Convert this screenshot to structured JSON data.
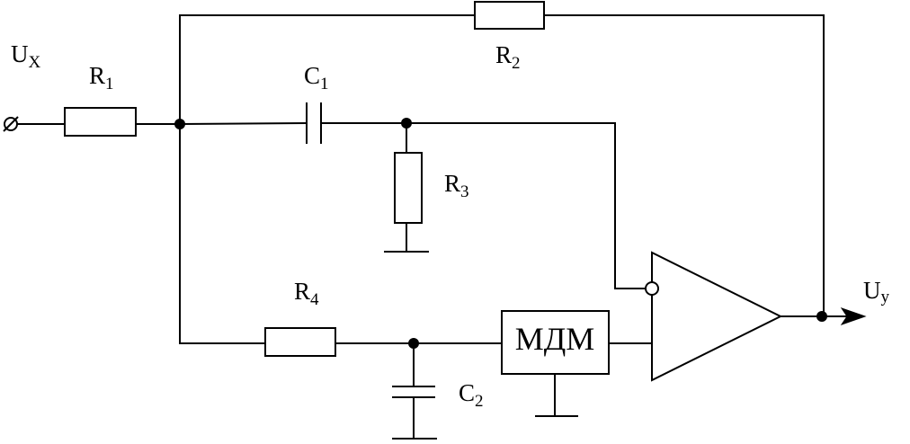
{
  "labels": {
    "input": {
      "main": "U",
      "sub": "X"
    },
    "output": {
      "main": "U",
      "sub": "y"
    },
    "r1": {
      "main": "R",
      "sub": "1"
    },
    "r2": {
      "main": "R",
      "sub": "2"
    },
    "r3": {
      "main": "R",
      "sub": "3"
    },
    "r4": {
      "main": "R",
      "sub": "4"
    },
    "c1": {
      "main": "C",
      "sub": "1"
    },
    "c2": {
      "main": "C",
      "sub": "2"
    }
  },
  "mdm_block": {
    "label": "МДМ"
  }
}
